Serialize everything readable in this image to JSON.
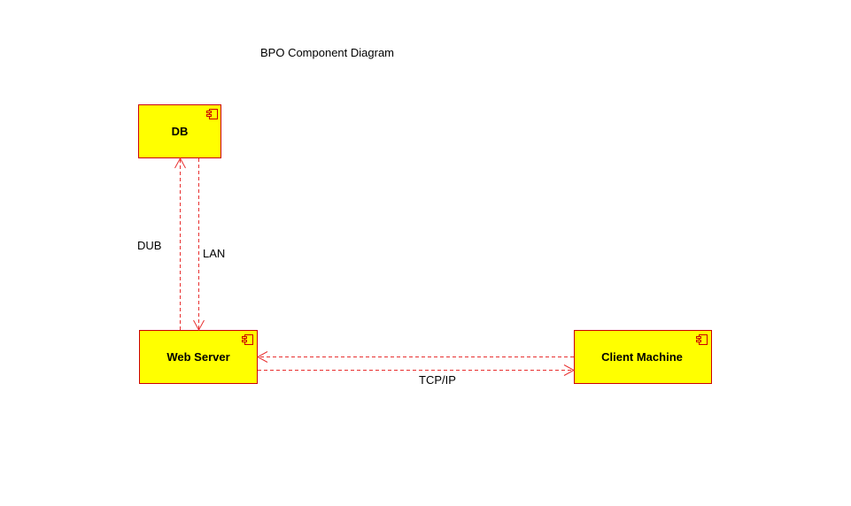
{
  "title": "BPO Component Diagram",
  "colors": {
    "component_fill": "#ffff00",
    "component_stroke": "#cc0000",
    "connector": "#e83030",
    "text": "#000000"
  },
  "components": {
    "db": {
      "label": "DB"
    },
    "web_server": {
      "label": "Web Server"
    },
    "client_machine": {
      "label": "Client Machine"
    }
  },
  "connectors": {
    "dub": {
      "label": "DUB",
      "from": "Web Server",
      "to": "DB"
    },
    "lan": {
      "label": "LAN",
      "from": "DB",
      "to": "Web Server"
    },
    "tcpip_to_server": {
      "label": "",
      "from": "Client Machine",
      "to": "Web Server"
    },
    "tcpip_to_client": {
      "label": "TCP/IP",
      "from": "Web Server",
      "to": "Client Machine"
    }
  }
}
